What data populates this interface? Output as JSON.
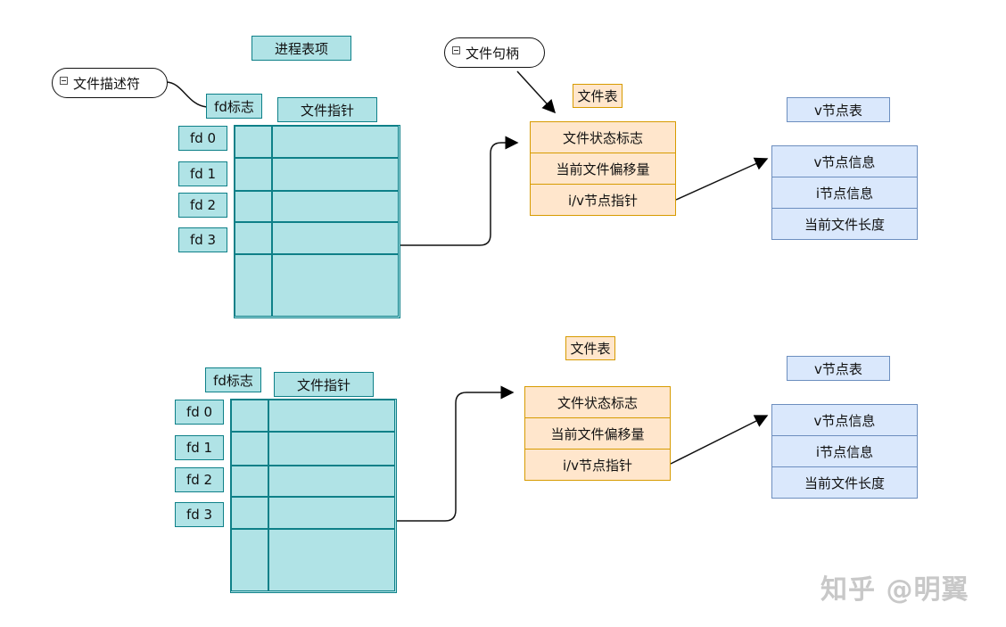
{
  "process_table_label": "进程表项",
  "callouts": {
    "descriptor": "文件描述符",
    "handle": "文件句柄"
  },
  "process_rows": {
    "fd_flag_header": "fd标志",
    "file_ptr_header": "文件指针",
    "fds": [
      "fd 0",
      "fd 1",
      "fd 2",
      "fd 3"
    ]
  },
  "file_table": {
    "title": "文件表",
    "rows": [
      "文件状态标志",
      "当前文件偏移量",
      "i/v节点指针"
    ]
  },
  "vnode_table": {
    "title": "v节点表",
    "rows": [
      "v节点信息",
      "i节点信息",
      "当前文件长度"
    ]
  },
  "watermark": "知乎 @明翼",
  "colors": {
    "teal_fill": "#b0e3e6",
    "teal_stroke": "#0e8088",
    "orange_fill": "#ffe6cc",
    "orange_stroke": "#d79b00",
    "blue_fill": "#dae8fc",
    "blue_stroke": "#6c8ebf"
  }
}
